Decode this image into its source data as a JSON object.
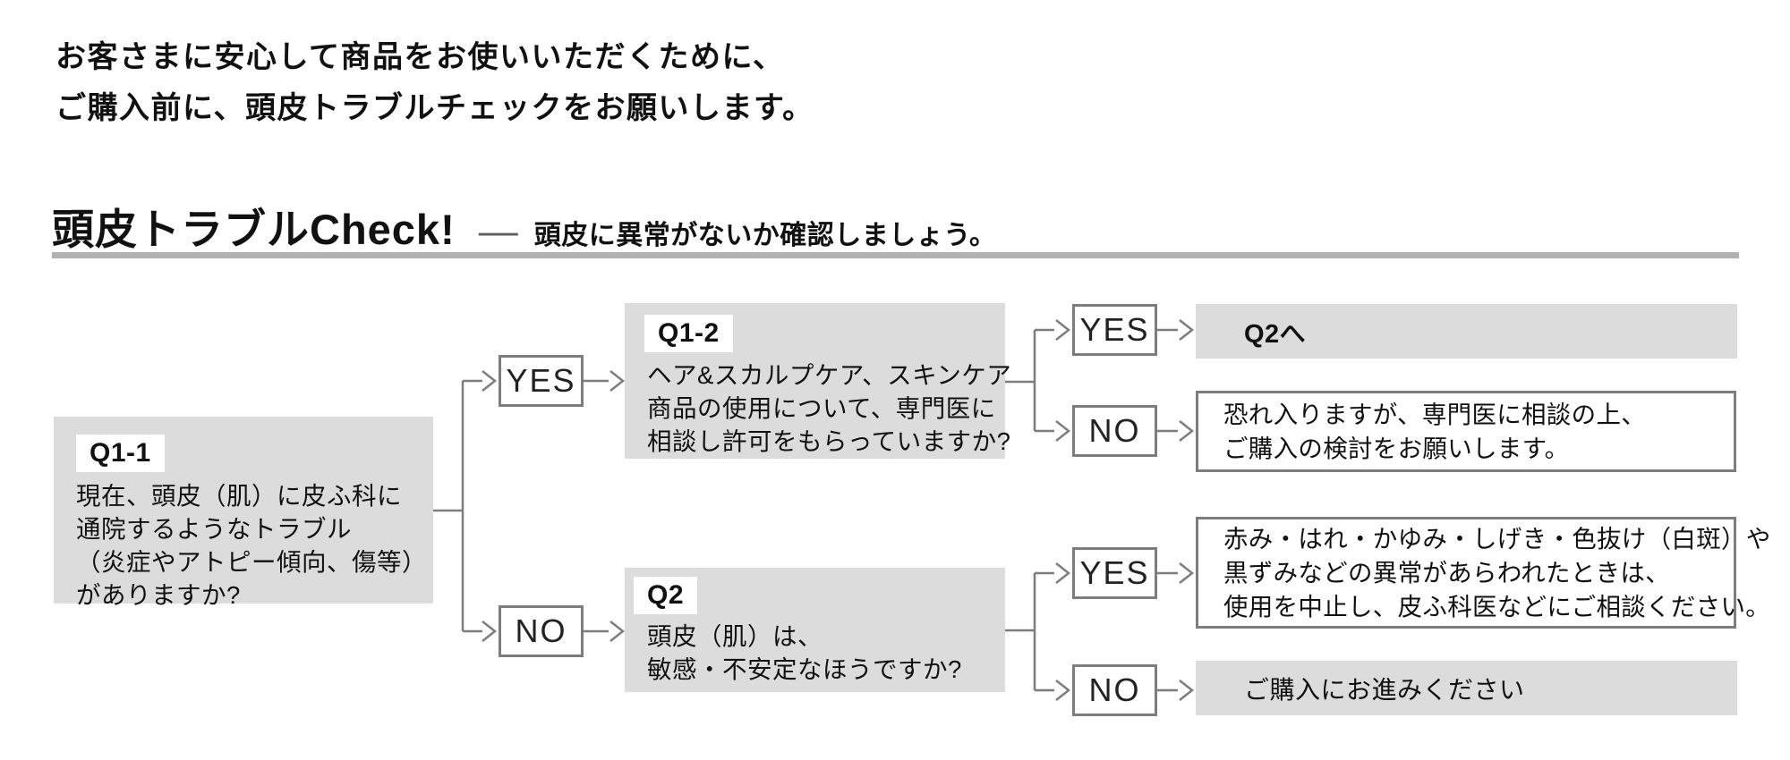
{
  "intro": {
    "line1": "お客さまに安心して商品をお使いいただくために、",
    "line2": "ご購入前に、頭皮トラブルチェックをお願いします。"
  },
  "heading": {
    "title": "頭皮トラブルCheck!",
    "dash": "—",
    "subtitle": "頭皮に異常がないか確認しましょう。"
  },
  "flowchart": {
    "answers": {
      "yes": "YES",
      "no": "NO"
    },
    "q1_1": {
      "label": "Q1-1",
      "lines": [
        "現在、頭皮（肌）に皮ふ科に",
        "通院するようなトラブル",
        "（炎症やアトピー傾向、傷等）",
        "がありますか?"
      ]
    },
    "q1_2": {
      "label": "Q1-2",
      "lines": [
        "ヘア&スカルプケア、スキンケア",
        "商品の使用について、専門医に",
        "相談し許可をもらっていますか?"
      ]
    },
    "q2": {
      "label": "Q2",
      "lines": [
        "頭皮（肌）は、",
        "敏感・不安定なほうですか?"
      ]
    },
    "results": {
      "to_q2": "Q2へ",
      "consult": {
        "lines": [
          "恐れ入りますが、専門医に相談の上、",
          "ご購入の検討をお願いします。"
        ]
      },
      "stop_use": {
        "lines": [
          "赤み・はれ・かゆみ・しげき・色抜け（白斑）や",
          "黒ずみなどの異常があらわれたときは、",
          "使用を中止し、皮ふ科医などにご相談ください。"
        ]
      },
      "proceed": "ご購入にお進みください"
    }
  },
  "colors": {
    "box_gray": "#dcdcdc",
    "chip_white": "#ffffff",
    "line_gray": "#7d7d7d",
    "divider_gray": "#b1b1b1",
    "text": "#111111"
  }
}
